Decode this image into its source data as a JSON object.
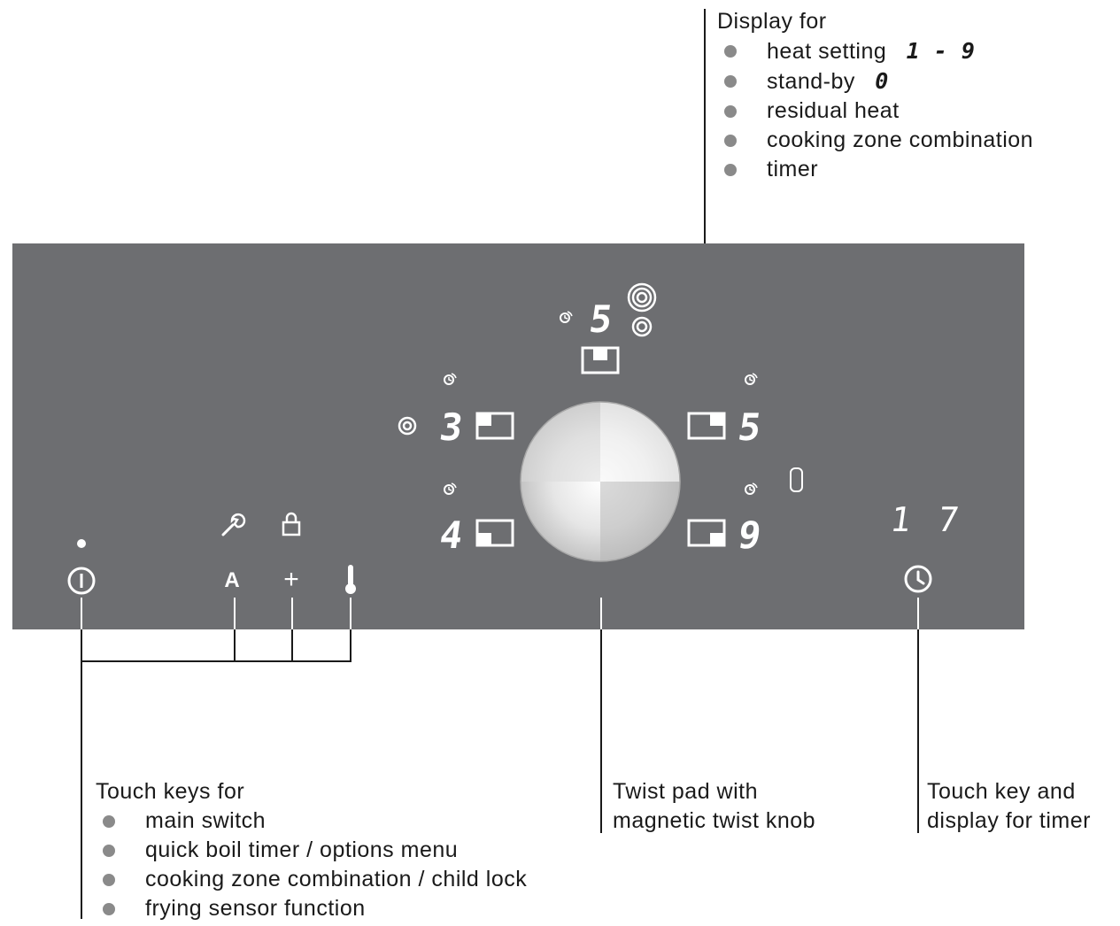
{
  "display_callout": {
    "title": "Display for",
    "items": [
      {
        "label": "heat setting",
        "code": "1 - 9"
      },
      {
        "label": "stand-by",
        "code": "0"
      },
      {
        "label": "residual heat"
      },
      {
        "label": "cooking zone combination"
      },
      {
        "label": "timer"
      }
    ]
  },
  "touch_keys_callout": {
    "title": "Touch keys for",
    "items": [
      {
        "label": "main switch"
      },
      {
        "label": "quick boil timer / options menu"
      },
      {
        "label": "cooking zone combination / child lock"
      },
      {
        "label": "frying sensor function"
      }
    ]
  },
  "twist_pad_callout": {
    "line1": "Twist pad with",
    "line2": "magnetic twist knob"
  },
  "timer_callout": {
    "line1": "Touch key and",
    "line2": "display for timer"
  },
  "panel": {
    "zone_top_level": "5",
    "zone_left_top_level": "3",
    "zone_left_bottom_level": "4",
    "zone_right_top_level": "5",
    "zone_right_bottom_level": "9",
    "standby_symbol": "0",
    "timer_display": "1 7",
    "key_a_label": "A",
    "key_plus_label": "+",
    "colors": {
      "panel": "#6d6e71",
      "knob_light": "#f2f2f2",
      "knob_dark": "#9a9a9a",
      "bullet": "#8a8a8a"
    }
  }
}
